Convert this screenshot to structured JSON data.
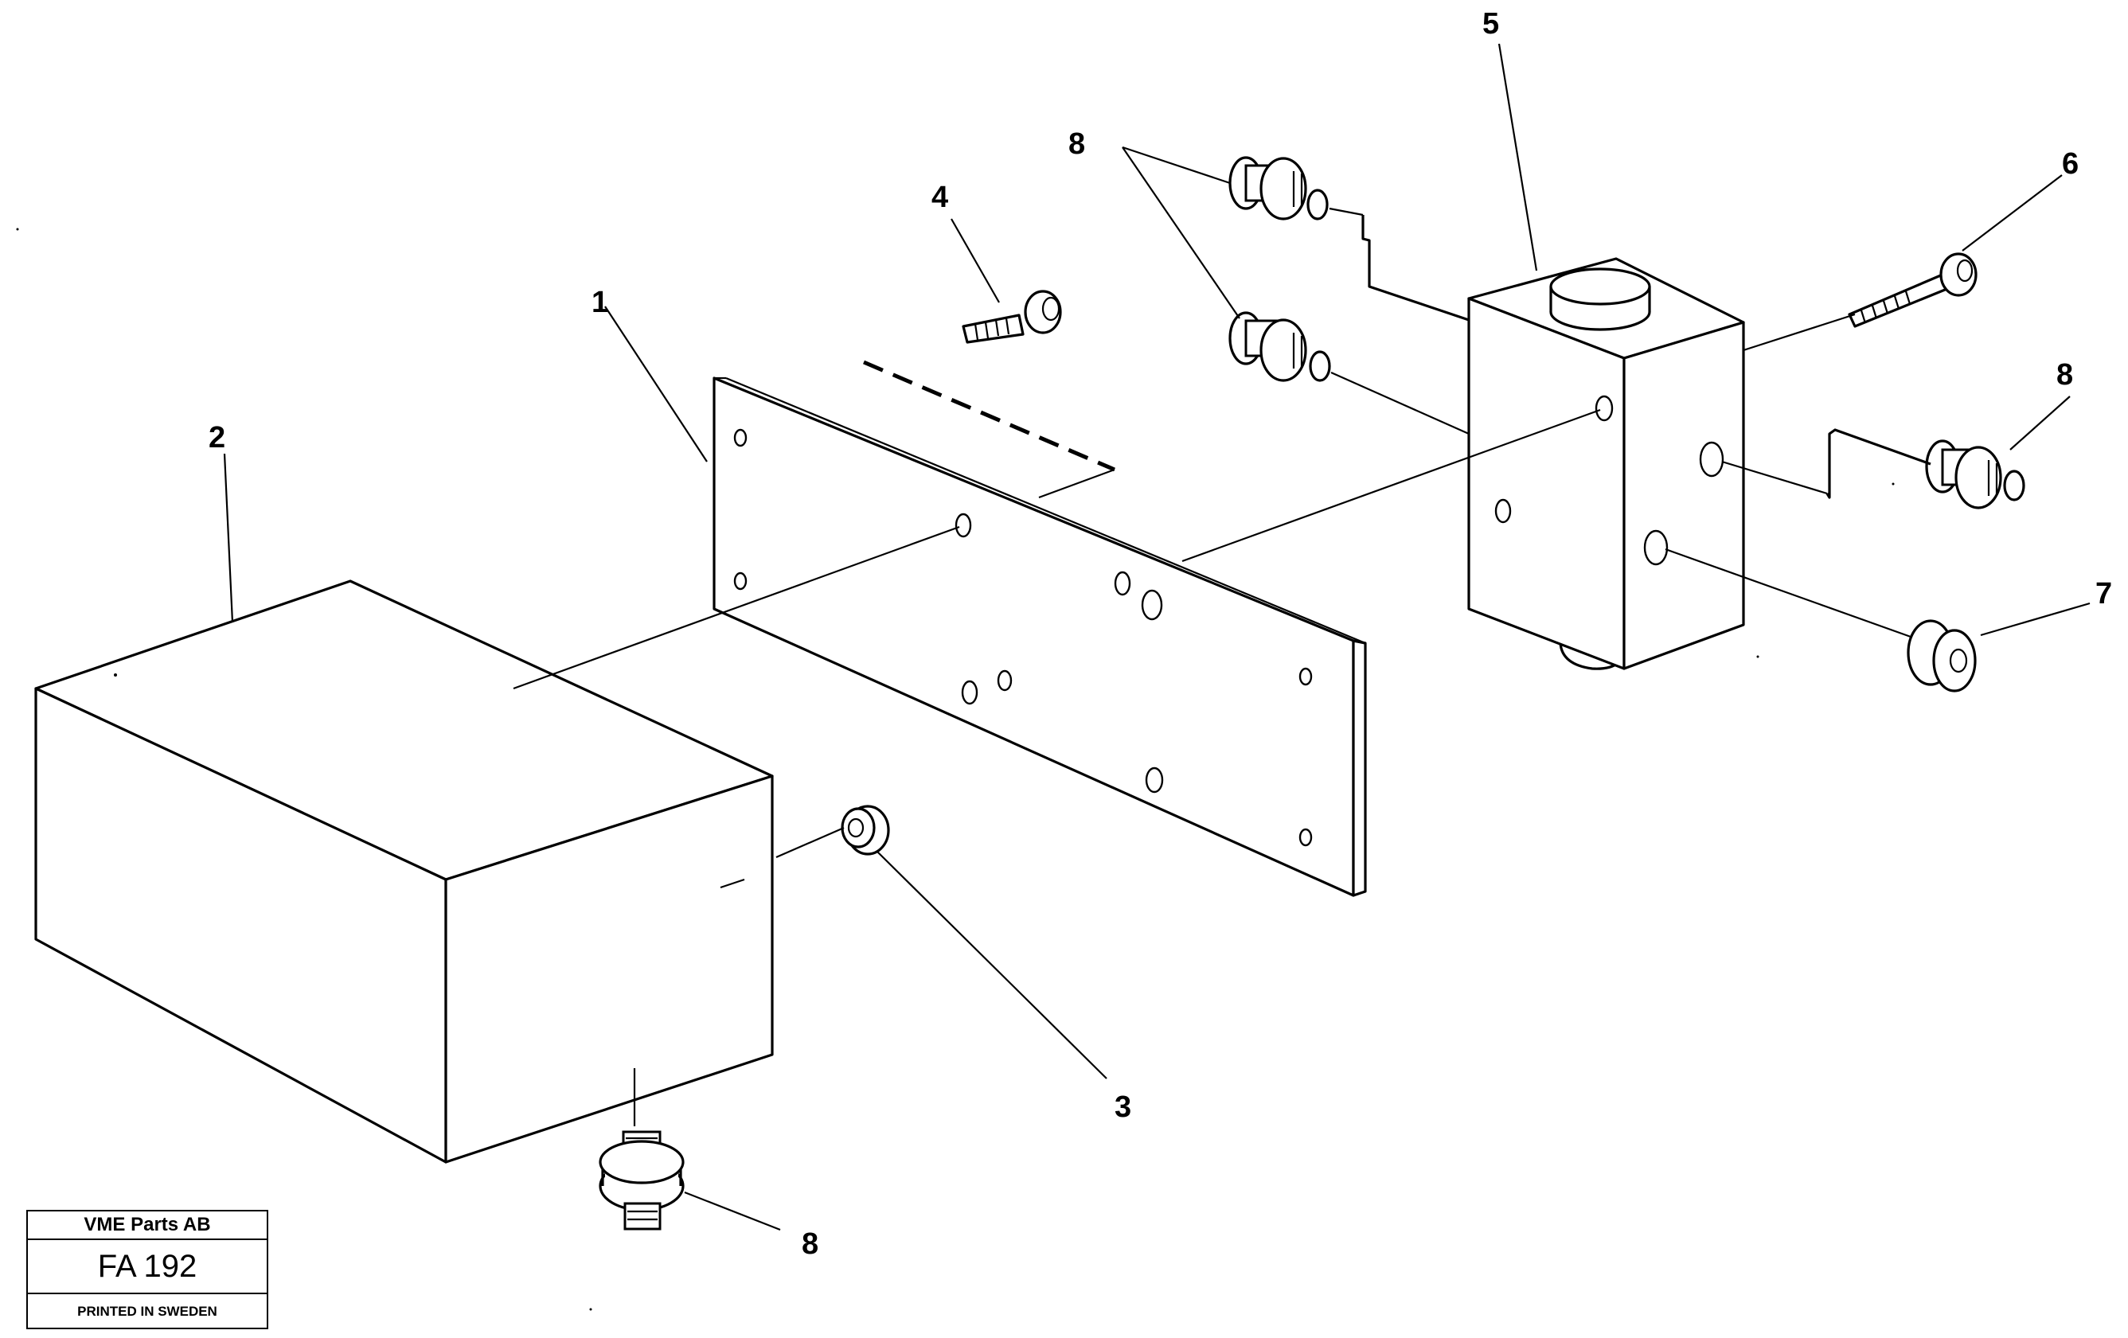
{
  "labels": {
    "l1": "1",
    "l2": "2",
    "l3": "3",
    "l4": "4",
    "l5": "5",
    "l6": "6",
    "l7": "7",
    "l8a": "8",
    "l8b": "8",
    "l8c": "8"
  },
  "title_block": {
    "company": "VME Parts AB",
    "code": "FA 192",
    "printed": "PRINTED IN SWEDEN"
  }
}
